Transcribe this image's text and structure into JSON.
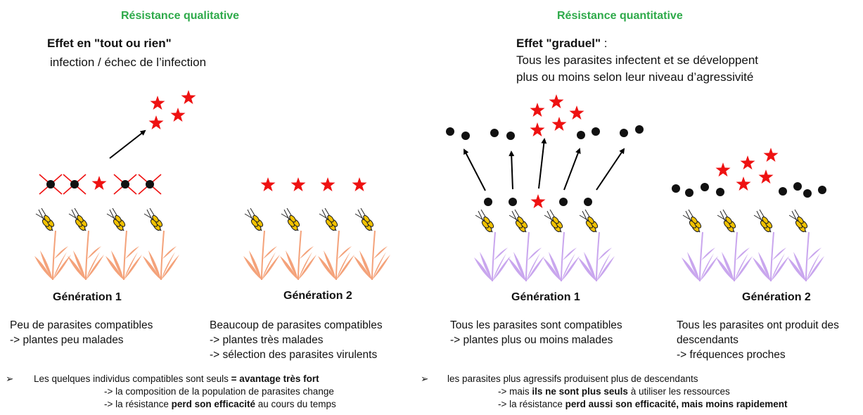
{
  "left": {
    "title": "Résistance qualitative",
    "effect_title": "Effet en \"tout ou rien\"",
    "effect_text": "infection / échec de l’infection",
    "gen1_label": "Génération 1",
    "gen2_label": "Génération 2",
    "gen1_desc": [
      "Peu de parasites compatibles",
      "-> plantes peu malades"
    ],
    "gen2_desc": [
      "Beaucoup de parasites compatibles",
      "-> plantes très malades",
      "-> sélection des parasites virulents"
    ],
    "bullet": {
      "line1_pre": "Les quelques individus compatibles sont seuls ",
      "line1_bold": "= avantage très fort",
      "line2": "-> la composition de la population de parasites change",
      "line3_pre": "-> la résistance ",
      "line3_bold": "perd son efficacité",
      "line3_post": " au cours du temps"
    }
  },
  "right": {
    "title": "Résistance quantitative",
    "effect_title": "Effet \"graduel\"",
    "effect_colon": " :",
    "effect_text": [
      "Tous les  parasites infectent et se développent",
      "plus ou moins selon leur niveau d’agressivité"
    ],
    "gen1_label": "Génération 1",
    "gen2_label": "Génération 2",
    "gen1_desc": [
      "Tous les parasites sont compatibles",
      "-> plantes plus ou moins malades"
    ],
    "gen2_desc": [
      "Tous les parasites ont produit des",
      "descendants",
      "-> fréquences proches"
    ],
    "bullet": {
      "line1": "les parasites plus agressifs produisent plus de descendants",
      "line2_pre": "-> mais ",
      "line2_bold": "ils ne sont plus seuls",
      "line2_post": " à  utiliser les ressources",
      "line3_pre": "-> la résistance ",
      "line3_bold": "perd aussi son efficacité, mais moins rapidement"
    }
  },
  "bullet_marker": "➢",
  "colors": {
    "title_green": "#2eaa4a",
    "star_red": "#ee1111",
    "plant_orange": "#f4a27a",
    "plant_purple": "#c9a6ee",
    "wheat_gold": "#f2c200"
  }
}
